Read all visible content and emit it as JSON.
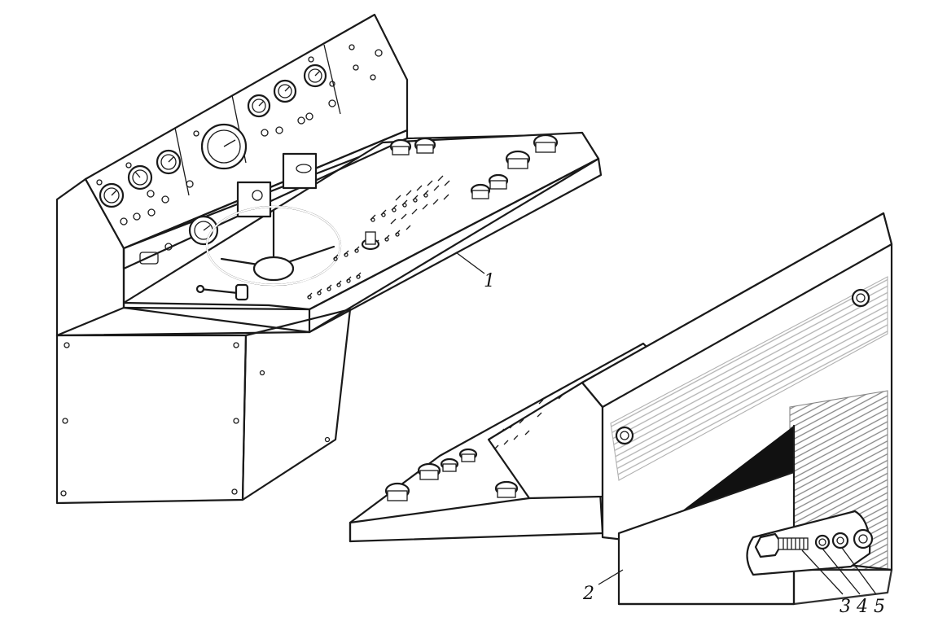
{
  "diagram": {
    "callouts": [
      {
        "id": "1",
        "label": "1"
      },
      {
        "id": "2",
        "label": "2"
      },
      {
        "id": "3",
        "label": "3"
      },
      {
        "id": "4",
        "label": "4"
      },
      {
        "id": "5",
        "label": "5"
      }
    ],
    "colors": {
      "ink": "#1a1a1a",
      "paper": "#ffffff"
    }
  }
}
